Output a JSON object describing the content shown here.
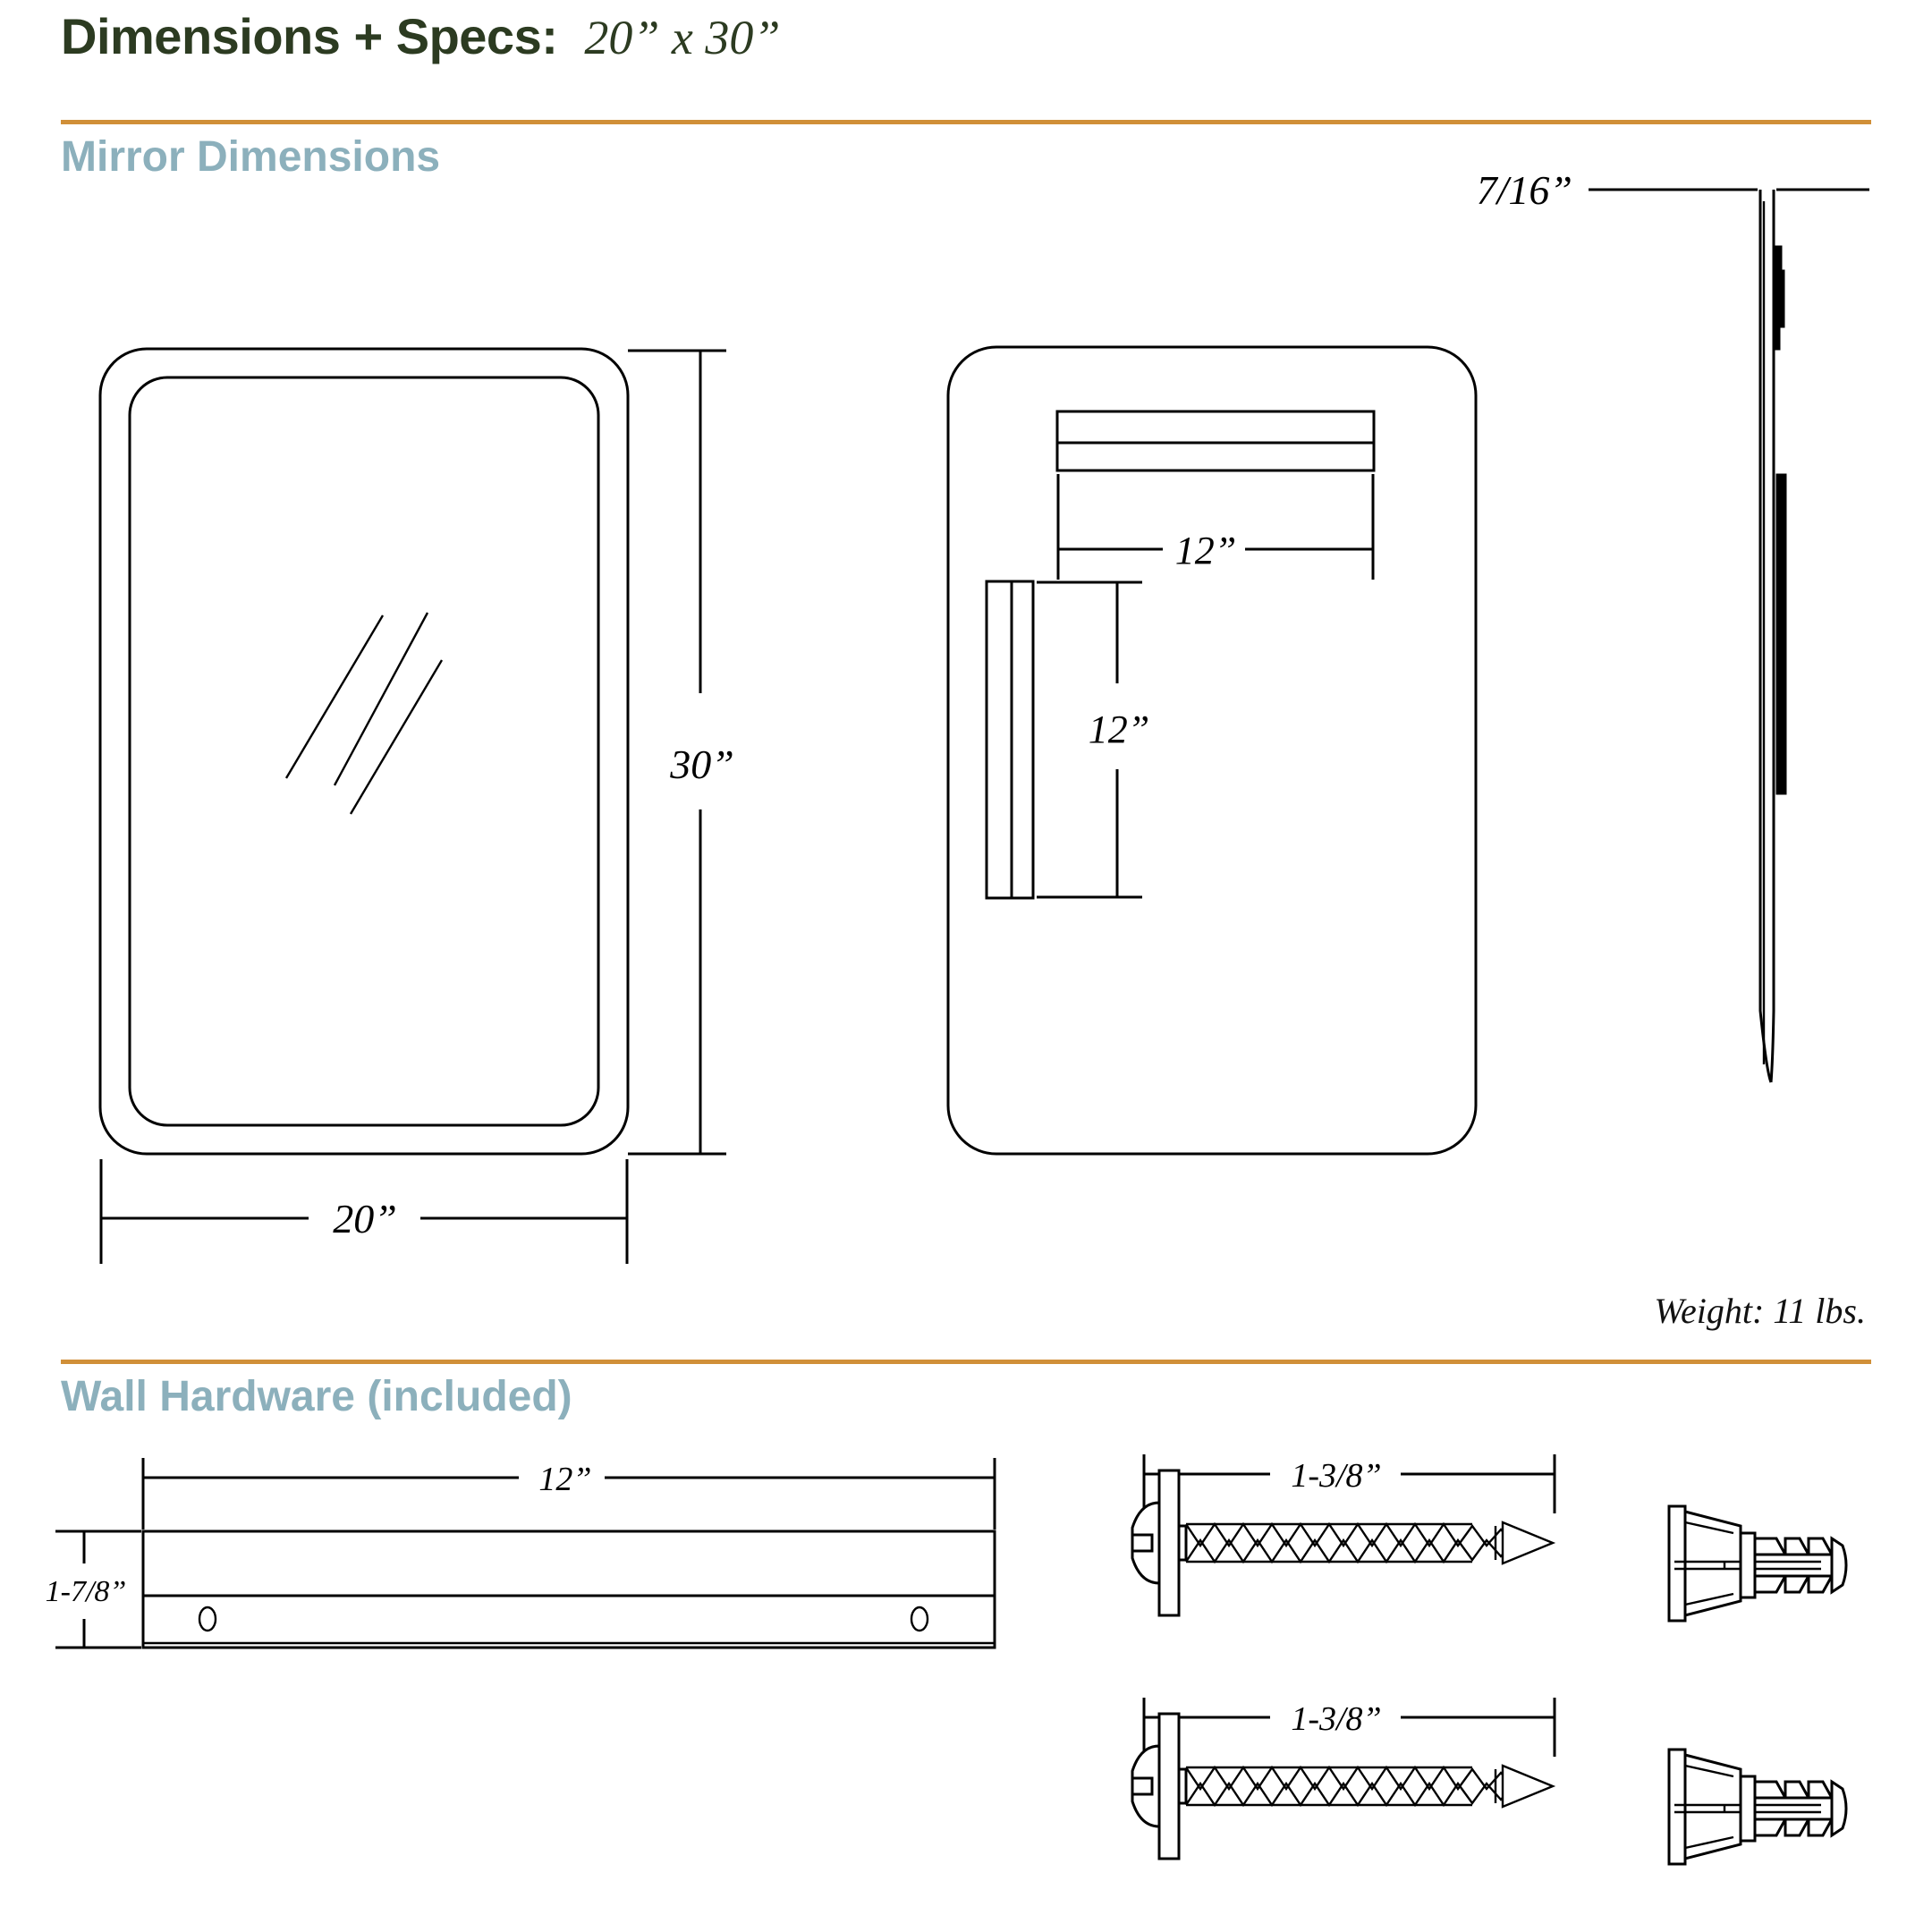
{
  "header": {
    "title": "Dimensions + Specs:",
    "size_label": "20” x 30”",
    "accent_color": "#D08F38",
    "title_color": "#2C3B21",
    "section_color": "#8CB0BC"
  },
  "sections": {
    "mirror": {
      "heading": "Mirror Dimensions"
    },
    "hardware": {
      "heading": "Wall Hardware (included)"
    }
  },
  "mirror": {
    "weight_text": "Weight: 11 lbs.",
    "front_view": {
      "height_label": "30”",
      "width_label": "20”"
    },
    "back_view": {
      "horizontal_cleat_label": "12”",
      "vertical_cleat_label": "12”"
    },
    "side_view": {
      "depth_label": "7/16”"
    }
  },
  "hardware": {
    "cleat": {
      "length_label": "12”",
      "height_label": "1-7/8”"
    },
    "screws": [
      {
        "length_label": "1-3/8”"
      },
      {
        "length_label": "1-3/8”"
      }
    ],
    "anchors": [
      {
        "name": "wall-anchor"
      },
      {
        "name": "wall-anchor"
      }
    ]
  },
  "chart_data": {
    "type": "table",
    "title": "Dimensions + Specs: 20” x 30”",
    "categories": [
      "Mirror height",
      "Mirror width",
      "Mirror depth",
      "Back cleat horizontal span",
      "Back cleat vertical span",
      "Weight",
      "Wall cleat length",
      "Wall cleat height",
      "Screw length"
    ],
    "values": [
      "30”",
      "20”",
      "7/16”",
      "12”",
      "12”",
      "11 lbs.",
      "12”",
      "1-7/8”",
      "1-3/8”"
    ]
  }
}
